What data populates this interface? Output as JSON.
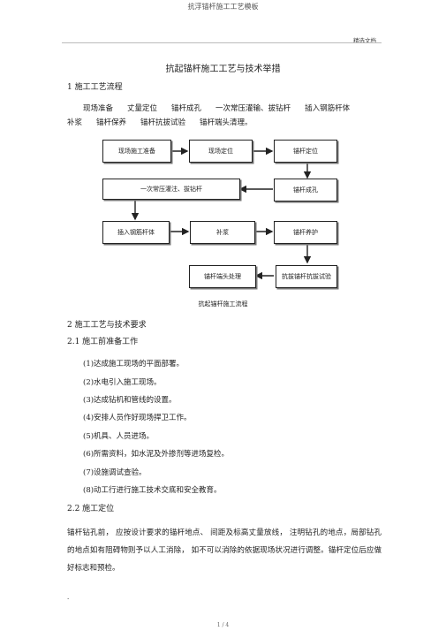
{
  "header": {
    "top_title": "抗浮锚杆施工工艺模板",
    "right_label": "精选文档"
  },
  "doc": {
    "title": "抗起锚杆施工工艺与技术举措",
    "section1_heading": "1  施工工艺流程",
    "process_steps_line1": [
      "现场准备",
      "丈量定位",
      "锚杆成孔",
      "一次常压灌输、拔钻杆",
      "插入钢筋杆体"
    ],
    "process_steps_line2": [
      "补浆",
      "锚杆保养",
      "锚杆抗拔试验",
      "锚杆端头清理。"
    ],
    "flowchart": {
      "boxes": [
        "现场施工准备",
        "现场定位",
        "锚杆定位",
        "一次常压灌注、拔钻杆",
        "锚杆成孔",
        "插入钢筋杆体",
        "补浆",
        "锚杆养护",
        "锚杆端头处理",
        "抗拔锚杆抗拔试验"
      ],
      "caption": "抗起锚杆施工流程"
    },
    "section2_heading": "2  施工工艺与技术要求",
    "section21_heading": "2.1 施工前准备工作",
    "prep_items": [
      "(1)达成施工现场的平面部署。",
      "(2)水电引入施工现场。",
      "(3)达成钻机和管线的设置。",
      "(4)安排人员作好现场捍卫工作。",
      "(5)机具、人员进场。",
      "(6)所需资料，如水泥及外掺剂等进场复检。",
      "(7)设施调试查验。",
      "(8)动工行进行施工技术交底和安全教育。"
    ],
    "section22_heading": "2.2 施工定位",
    "section22_para": "锚杆钻孔前，  应按设计要求的锚杆地点、  间距及标高丈量放线，  注明钻孔的地点，局部钻孔的地点如有阻碍物则予以人工消除，  如不可以消除的依据现场状况进行调整。锚杆定位后应做好标志和预检。"
  },
  "footer": {
    "dot": ".",
    "page": "1 / 4"
  }
}
